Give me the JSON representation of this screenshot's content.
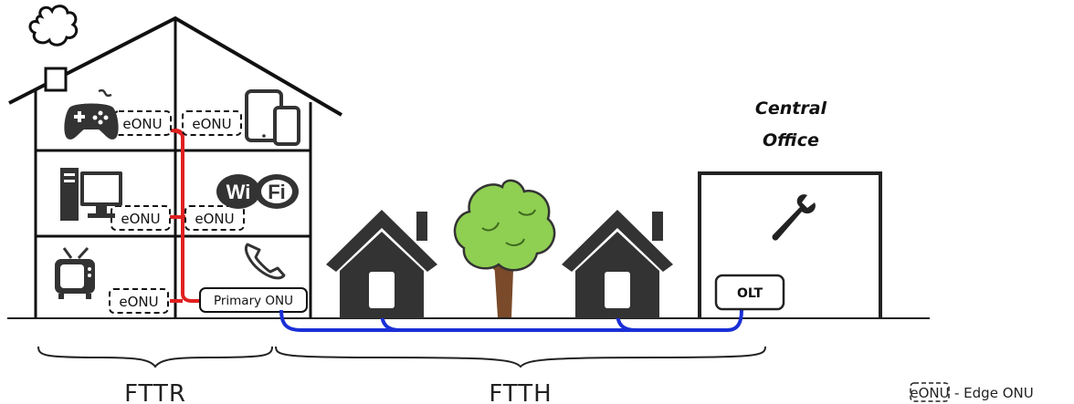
{
  "labels": {
    "eonu": "eONU",
    "primary_onu": "Primary ONU",
    "central_office_line1": "Central",
    "central_office_line2": "Office",
    "olt": "OLT",
    "fttr": "FTTR",
    "ftth": "FTTH",
    "legend_text": "- Edge ONU"
  },
  "colors": {
    "red_fiber": "#e02020",
    "blue_fiber": "#1a2fd6",
    "outline": "#111111",
    "house_fill": "#333333",
    "tree_green": "#8fcf52",
    "trunk": "#7a4a2a"
  },
  "icons": [
    "cloud-icon",
    "gamepad-icon",
    "tablet-phone-icon",
    "desktop-icon",
    "wifi-icon",
    "phone-icon",
    "tv-icon",
    "house-icon",
    "tree-icon",
    "wrench-icon"
  ]
}
